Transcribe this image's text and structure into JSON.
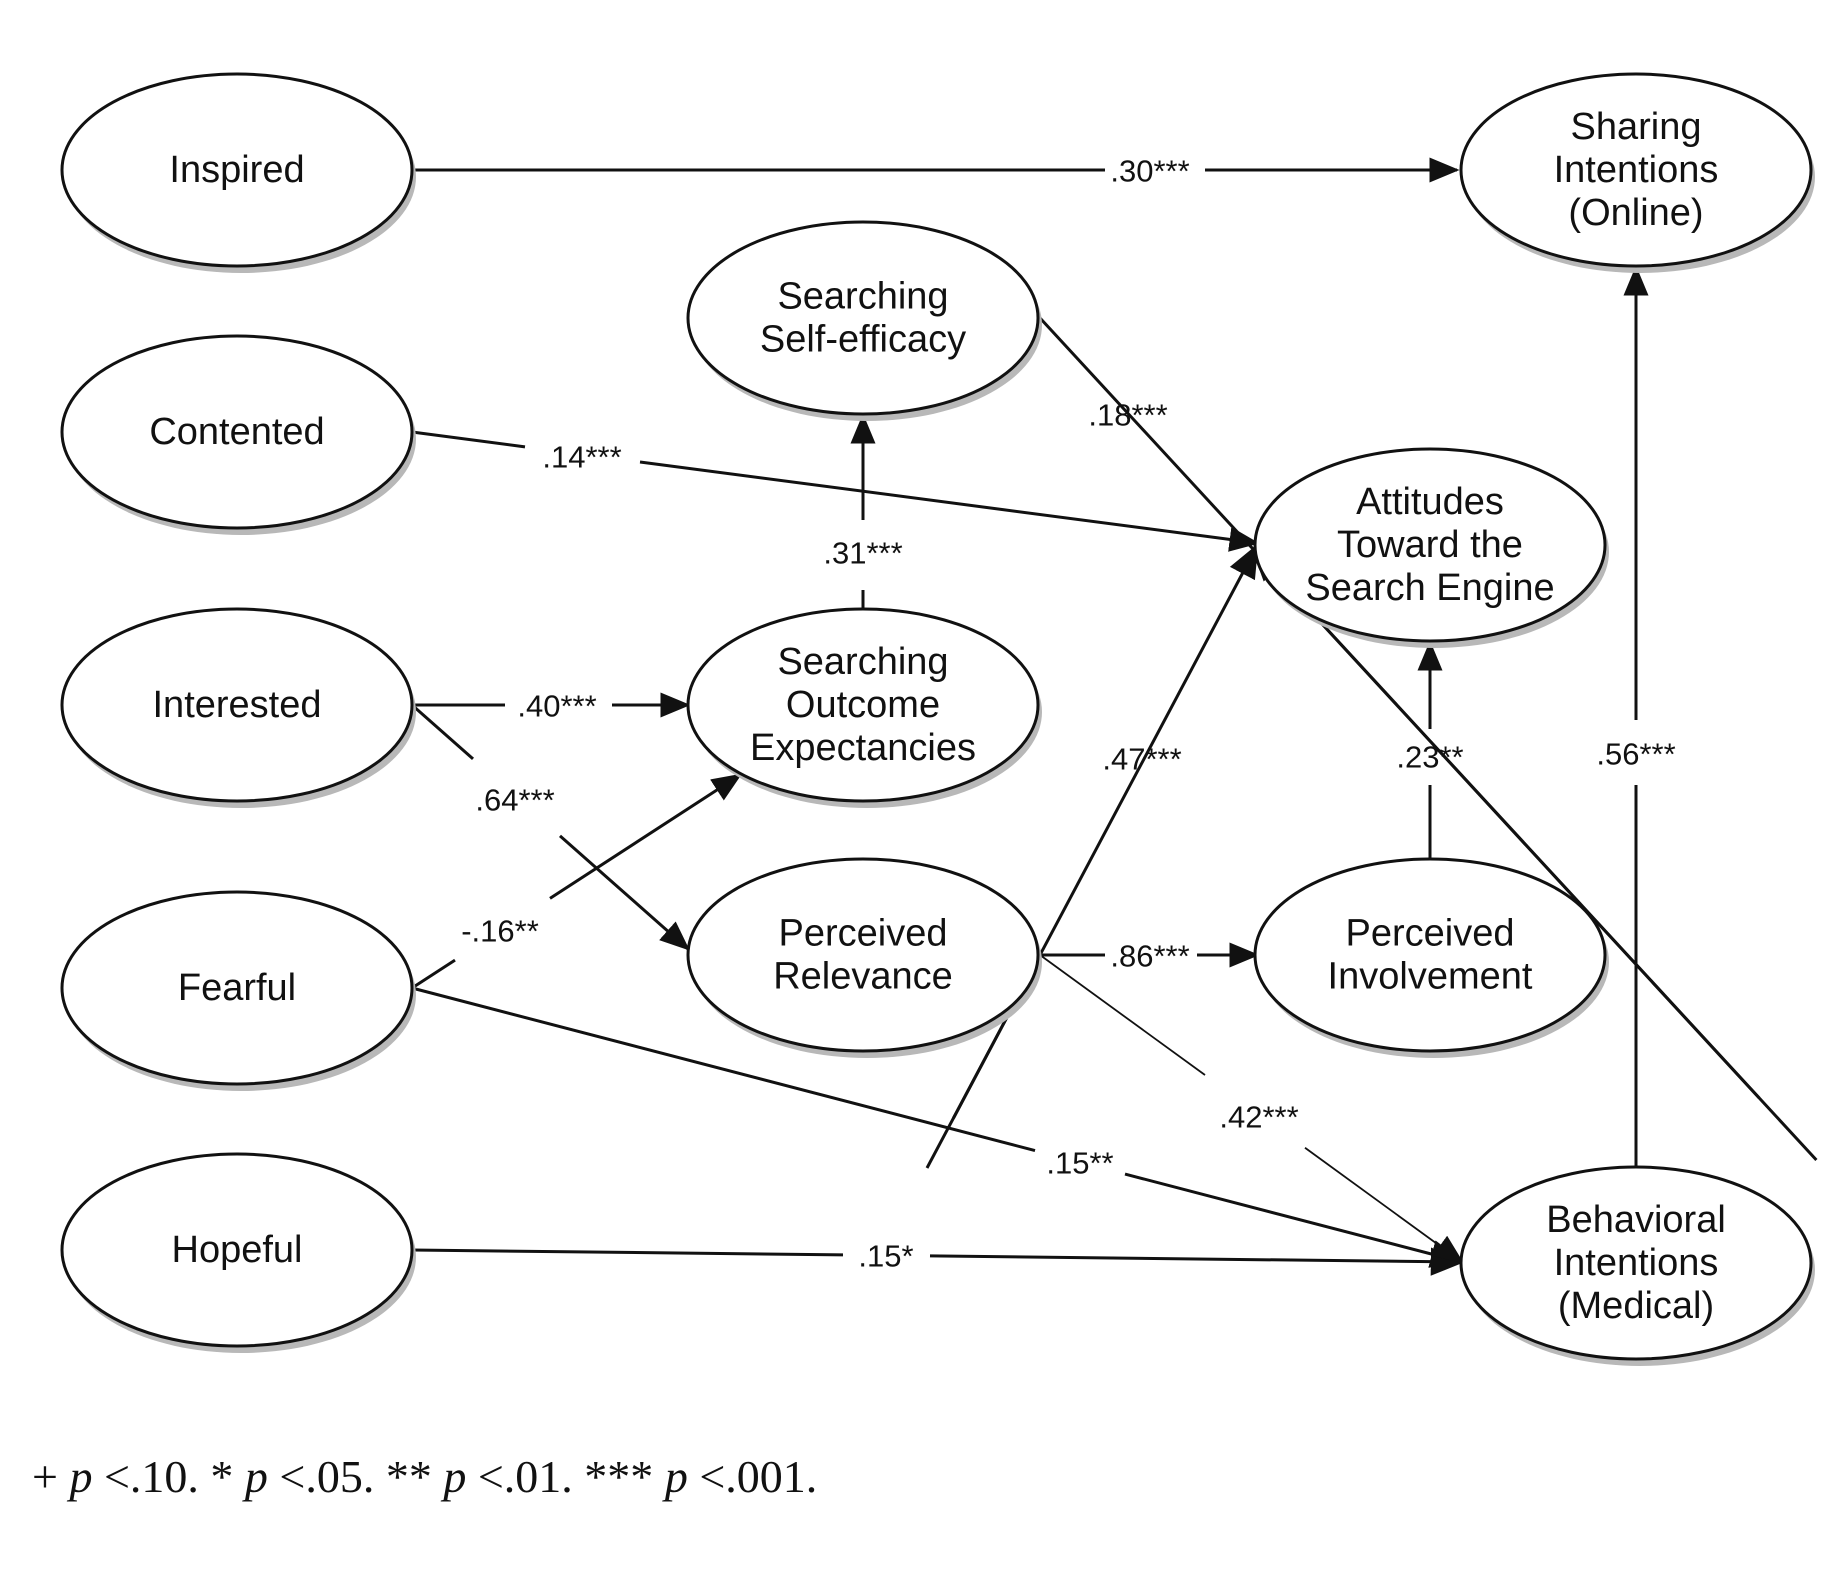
{
  "nodes": [
    {
      "id": "inspired",
      "lines": [
        "Inspired"
      ]
    },
    {
      "id": "contented",
      "lines": [
        "Contented"
      ]
    },
    {
      "id": "interested",
      "lines": [
        "Interested"
      ]
    },
    {
      "id": "fearful",
      "lines": [
        "Fearful"
      ]
    },
    {
      "id": "hopeful",
      "lines": [
        "Hopeful"
      ]
    },
    {
      "id": "self-efficacy",
      "lines": [
        "Searching",
        "Self-efficacy"
      ]
    },
    {
      "id": "outcome-expectancies",
      "lines": [
        "Searching",
        "Outcome",
        "Expectancies"
      ]
    },
    {
      "id": "relevance",
      "lines": [
        "Perceived",
        "Relevance"
      ]
    },
    {
      "id": "attitudes",
      "lines": [
        "Attitudes",
        "Toward the",
        "Search Engine"
      ]
    },
    {
      "id": "involvement",
      "lines": [
        "Perceived",
        "Involvement"
      ]
    },
    {
      "id": "sharing",
      "lines": [
        "Sharing",
        "Intentions",
        "(Online)"
      ]
    },
    {
      "id": "behavioral",
      "lines": [
        "Behavioral",
        "Intentions",
        "(Medical)"
      ]
    }
  ],
  "edges": [
    {
      "id": "inspired-sharing",
      "from": "inspired",
      "to": "sharing",
      "label": ".30***"
    },
    {
      "id": "contented-attitudes",
      "from": "contented",
      "to": "attitudes",
      "label": ".14***"
    },
    {
      "id": "interested-outcome",
      "from": "interested",
      "to": "outcome-expectancies",
      "label": ".40***"
    },
    {
      "id": "interested-relevance",
      "from": "interested",
      "to": "relevance",
      "label": ".64***"
    },
    {
      "id": "fearful-outcome",
      "from": "fearful",
      "to": "outcome-expectancies",
      "label": "-.16**"
    },
    {
      "id": "fearful-behavioral",
      "from": "fearful",
      "to": "behavioral",
      "label": ".15**"
    },
    {
      "id": "hopeful-behavioral",
      "from": "hopeful",
      "to": "behavioral",
      "label": ".15*"
    },
    {
      "id": "outcome-selfefficacy",
      "from": "outcome-expectancies",
      "to": "self-efficacy",
      "label": ".31***"
    },
    {
      "id": "selfefficacy-attitudes",
      "from": "self-efficacy",
      "to": "attitudes",
      "label": ".18***"
    },
    {
      "id": "relevance-attitudes",
      "from": "relevance",
      "to": "attitudes",
      "label": ".47***"
    },
    {
      "id": "relevance-involvement",
      "from": "relevance",
      "to": "involvement",
      "label": ".86***"
    },
    {
      "id": "relevance-behavioral",
      "from": "relevance",
      "to": "behavioral",
      "label": ".42***"
    },
    {
      "id": "involvement-attitudes",
      "from": "involvement",
      "to": "attitudes",
      "label": ".23**"
    },
    {
      "id": "behavioral-sharing",
      "from": "behavioral",
      "to": "sharing",
      "label": ".56***"
    }
  ],
  "footnote": {
    "parts": [
      {
        "text": "+ ",
        "italic": false
      },
      {
        "text": "p",
        "italic": true
      },
      {
        "text": " <.10. * ",
        "italic": false
      },
      {
        "text": "p",
        "italic": true
      },
      {
        "text": " <.05. ** ",
        "italic": false
      },
      {
        "text": "p",
        "italic": true
      },
      {
        "text": " <.01. *** ",
        "italic": false
      },
      {
        "text": "p",
        "italic": true
      },
      {
        "text": " <.001.",
        "italic": false
      }
    ]
  },
  "colors": {
    "stroke": "#111111",
    "fill": "#ffffff",
    "shadow": "#b8b8b8",
    "text": "#111111"
  }
}
